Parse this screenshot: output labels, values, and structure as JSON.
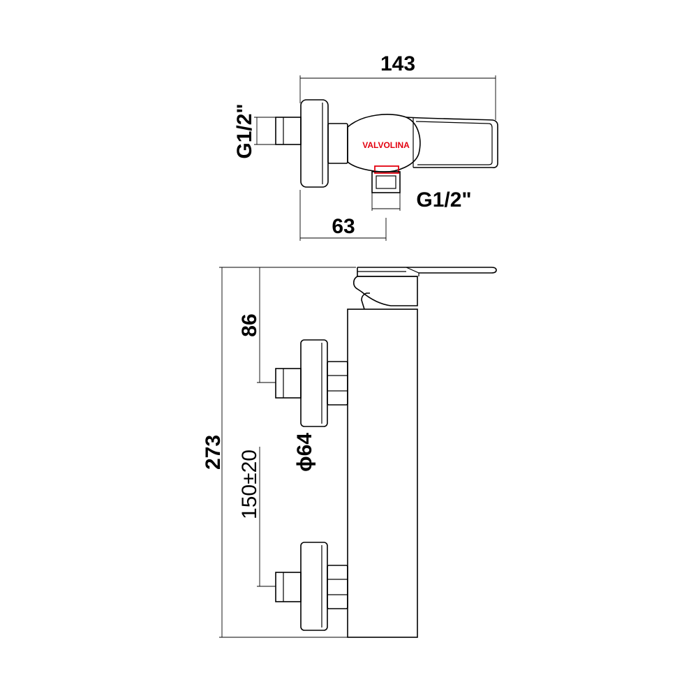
{
  "top_view": {
    "dim_width": "143",
    "dim_inlet_left": "G1/2\"",
    "dim_outlet": "G1/2\"",
    "dim_offset": "63",
    "brand_label": "VALVOLINA",
    "brand_color": "#e3000f",
    "outlet_highlight_color": "#e3000f"
  },
  "side_view": {
    "dim_height": "273",
    "dim_lever_to_inlet": "86",
    "dim_inlet_spacing": "150±20",
    "dim_flange": "ϕ64"
  },
  "colors": {
    "line": "#000000",
    "background": "#ffffff"
  }
}
